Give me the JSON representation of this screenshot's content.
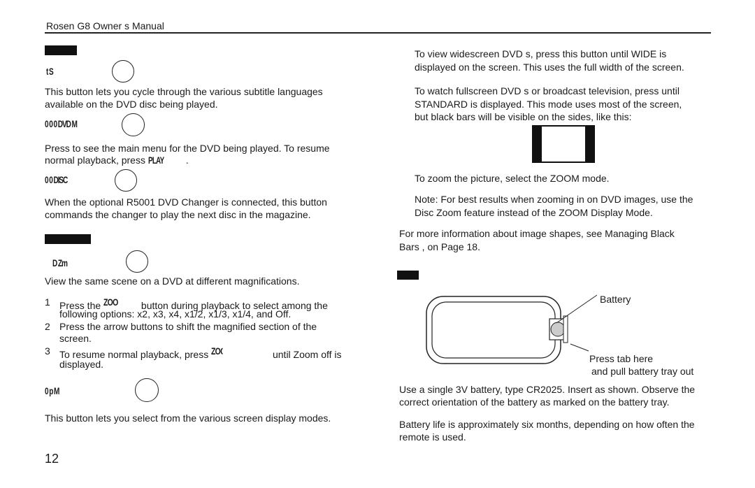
{
  "header": {
    "title": "Rosen  G8  Owner s  Manual"
  },
  "page_number": "12",
  "left": {
    "section1_heading": "▌▌▌",
    "subtitle": {
      "heading": "t   S",
      "body_line1": "This button lets you cycle through the various subtitle languages",
      "body_line2": "available on the DVD disc being played."
    },
    "menu": {
      "heading": "0 0 0 DVD M",
      "body_line1": "Press to see the main menu for the DVD being played. To resume",
      "body_line2_pre": "normal playback, press",
      "body_line2_btn": "PLAY",
      "body_line2_post": "."
    },
    "next_disc": {
      "heading": "0    0 DISC",
      "body_line1": "When the optional R5001 DVD Changer is connected, this button",
      "body_line2": "commands the changer to play the next disc in the magazine."
    },
    "section2_heading": "▌▌▌",
    "zoom": {
      "heading": "D Zm",
      "intro": "View the same scene on a DVD at different magnifications.",
      "items": [
        {
          "num": "1",
          "line1_pre": "Press the",
          "line1_btn": "ZOOM",
          "line1_post": "button during playback to select among the",
          "line2": "following options: x2, x3, x4, x1/2, x1/3, x1/4, and Off."
        },
        {
          "num": "2",
          "line1": "Press the arrow buttons to shift the magnified section of the",
          "line2": "screen."
        },
        {
          "num": "3",
          "line1_pre": "To resume normal playback, press",
          "line1_btn": "ZOOM",
          "line1_post": "until  Zoom off  is",
          "line2": "displayed."
        }
      ]
    },
    "display": {
      "heading": "0 p  M",
      "body": "This button lets you select from the various screen display modes."
    }
  },
  "right": {
    "wide_line1": "To view widescreen DVD s, press this button until  WIDE  is",
    "wide_line2": "displayed on the screen. This uses the full width of the screen.",
    "std_line1": "To watch  fullscreen  DVD s or broadcast television, press until",
    "std_line2": " STANDARD  is displayed. This mode uses most of the screen,",
    "std_line3": "but black bars will be visible on the sides, like this:",
    "zoom_line": "To zoom the picture, select the  ZOOM  mode.",
    "note_line1": "Note: For best results when zooming in on DVD images, use the",
    "note_line2": "Disc Zoom feature instead of the  ZOOM  Display Mode.",
    "info_line1": "For more information about image shapes, see  Managing Black",
    "info_line2": "Bars , on Page 18.",
    "battery_heading": "▌▌▌",
    "battery_label": "Battery",
    "press_tab": "Press tab here",
    "pull_tray": " and pull battery tray out",
    "use_line1": "Use a single 3V battery, type CR2025. Insert as shown. Observe the",
    "use_line2": "correct orientation of the battery as marked on the battery tray.",
    "life_line1": "Battery life is approximately six months, depending on how often the",
    "life_line2": "remote is used."
  }
}
